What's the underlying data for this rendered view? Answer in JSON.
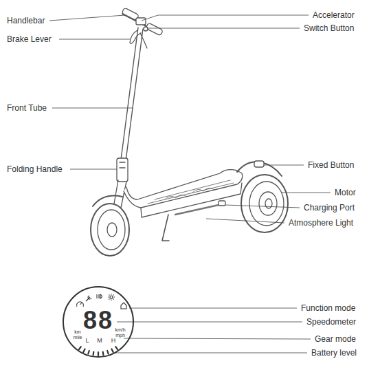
{
  "diagram": {
    "nodes": [
      {
        "text": [
          "88",
          "km",
          "mile",
          "L",
          "M",
          "H",
          "km/h",
          "mph"
        ]
      }
    ],
    "labels": [
      "Handlebar",
      "Brake Lever",
      "Front Tube",
      "Folding Handle",
      "Accelerator",
      "Switch Button",
      "Fixed Button",
      "Motor",
      "Charging Port",
      "Atmosphere Light",
      "Function mode",
      "Speedometer",
      "Gear mode",
      "Battery level"
    ]
  }
}
